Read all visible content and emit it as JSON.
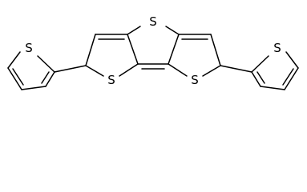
{
  "molecule": {
    "atoms": [
      {
        "id": "s_top",
        "label": "S"
      },
      {
        "id": "s_mid_left",
        "label": "S"
      },
      {
        "id": "s_mid_right",
        "label": "S"
      },
      {
        "id": "s_thio_left",
        "label": "S"
      },
      {
        "id": "s_thio_right",
        "label": "S"
      }
    ]
  },
  "colors": {
    "bond": "#000000",
    "label": "#000000",
    "background": "#ffffff"
  }
}
